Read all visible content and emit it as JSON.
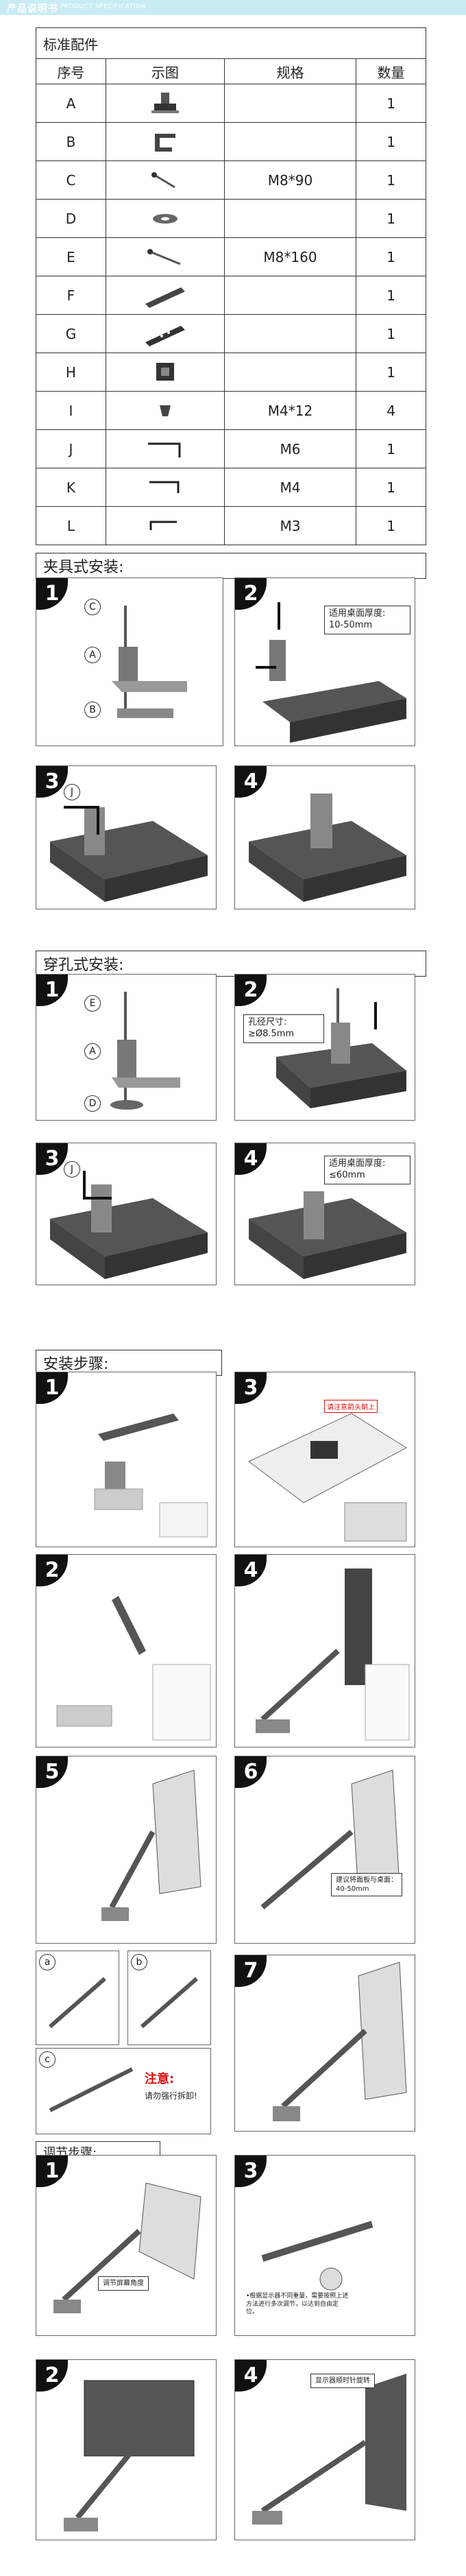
{
  "header": {
    "title_cn": "产品说明书",
    "title_en": "PRODUCT SPECIFICATION"
  },
  "parts": {
    "caption": "标准配件",
    "columns": [
      "序号",
      "示图",
      "规格",
      "数量"
    ],
    "rows": [
      {
        "id": "A",
        "spec": "",
        "qty": "1"
      },
      {
        "id": "B",
        "spec": "",
        "qty": "1"
      },
      {
        "id": "C",
        "spec": "M8*90",
        "qty": "1"
      },
      {
        "id": "D",
        "spec": "",
        "qty": "1"
      },
      {
        "id": "E",
        "spec": "M8*160",
        "qty": "1"
      },
      {
        "id": "F",
        "spec": "",
        "qty": "1"
      },
      {
        "id": "G",
        "spec": "",
        "qty": "1"
      },
      {
        "id": "H",
        "spec": "",
        "qty": "1"
      },
      {
        "id": "I",
        "spec": "M4*12",
        "qty": "4"
      },
      {
        "id": "J",
        "spec": "M6",
        "qty": "1"
      },
      {
        "id": "K",
        "spec": "M4",
        "qty": "1"
      },
      {
        "id": "L",
        "spec": "M3",
        "qty": "1"
      }
    ]
  },
  "clamp_install": {
    "title": "夹具式安装:",
    "steps": [
      "1",
      "2",
      "3",
      "4"
    ],
    "labels": {
      "c": "C",
      "a": "A",
      "b": "B",
      "j": "J"
    },
    "thickness_note": "适用桌面厚度:",
    "thickness_value": "10-50mm"
  },
  "grommet_install": {
    "title": "穿孔式安装:",
    "steps": [
      "1",
      "2",
      "3",
      "4"
    ],
    "labels": {
      "e": "E",
      "a": "A",
      "d": "D",
      "j": "J"
    },
    "hole_note": "孔径尺寸:",
    "hole_value": "≥Ø8.5mm",
    "thickness_note": "适用桌面厚度:",
    "thickness_value": "≤60mm"
  },
  "install_steps": {
    "title": "安装步骤:",
    "steps": [
      "1",
      "2",
      "3",
      "4",
      "5",
      "6",
      "7"
    ],
    "sub": [
      "a",
      "b",
      "c"
    ],
    "vesa_hint": "请注意箭头朝上",
    "table_note": "建议将面板与桌面：40-50mm",
    "attention_title": "注意:",
    "attention_body": "请勿强行拆卸!"
  },
  "adjust": {
    "title": "调节步骤:",
    "steps": [
      "1",
      "2",
      "3",
      "4"
    ],
    "angle_note": "调节屏幕角度",
    "tension_note": "•根据显示器不同重量，需要按照上述方法进行多次调节，以达到自由定位。",
    "rotate_note": "显示器顺时针旋转"
  },
  "colors": {
    "header": "#c9ecf3",
    "desk": "#555555",
    "border": "#333333",
    "accent": "#dd1111"
  }
}
